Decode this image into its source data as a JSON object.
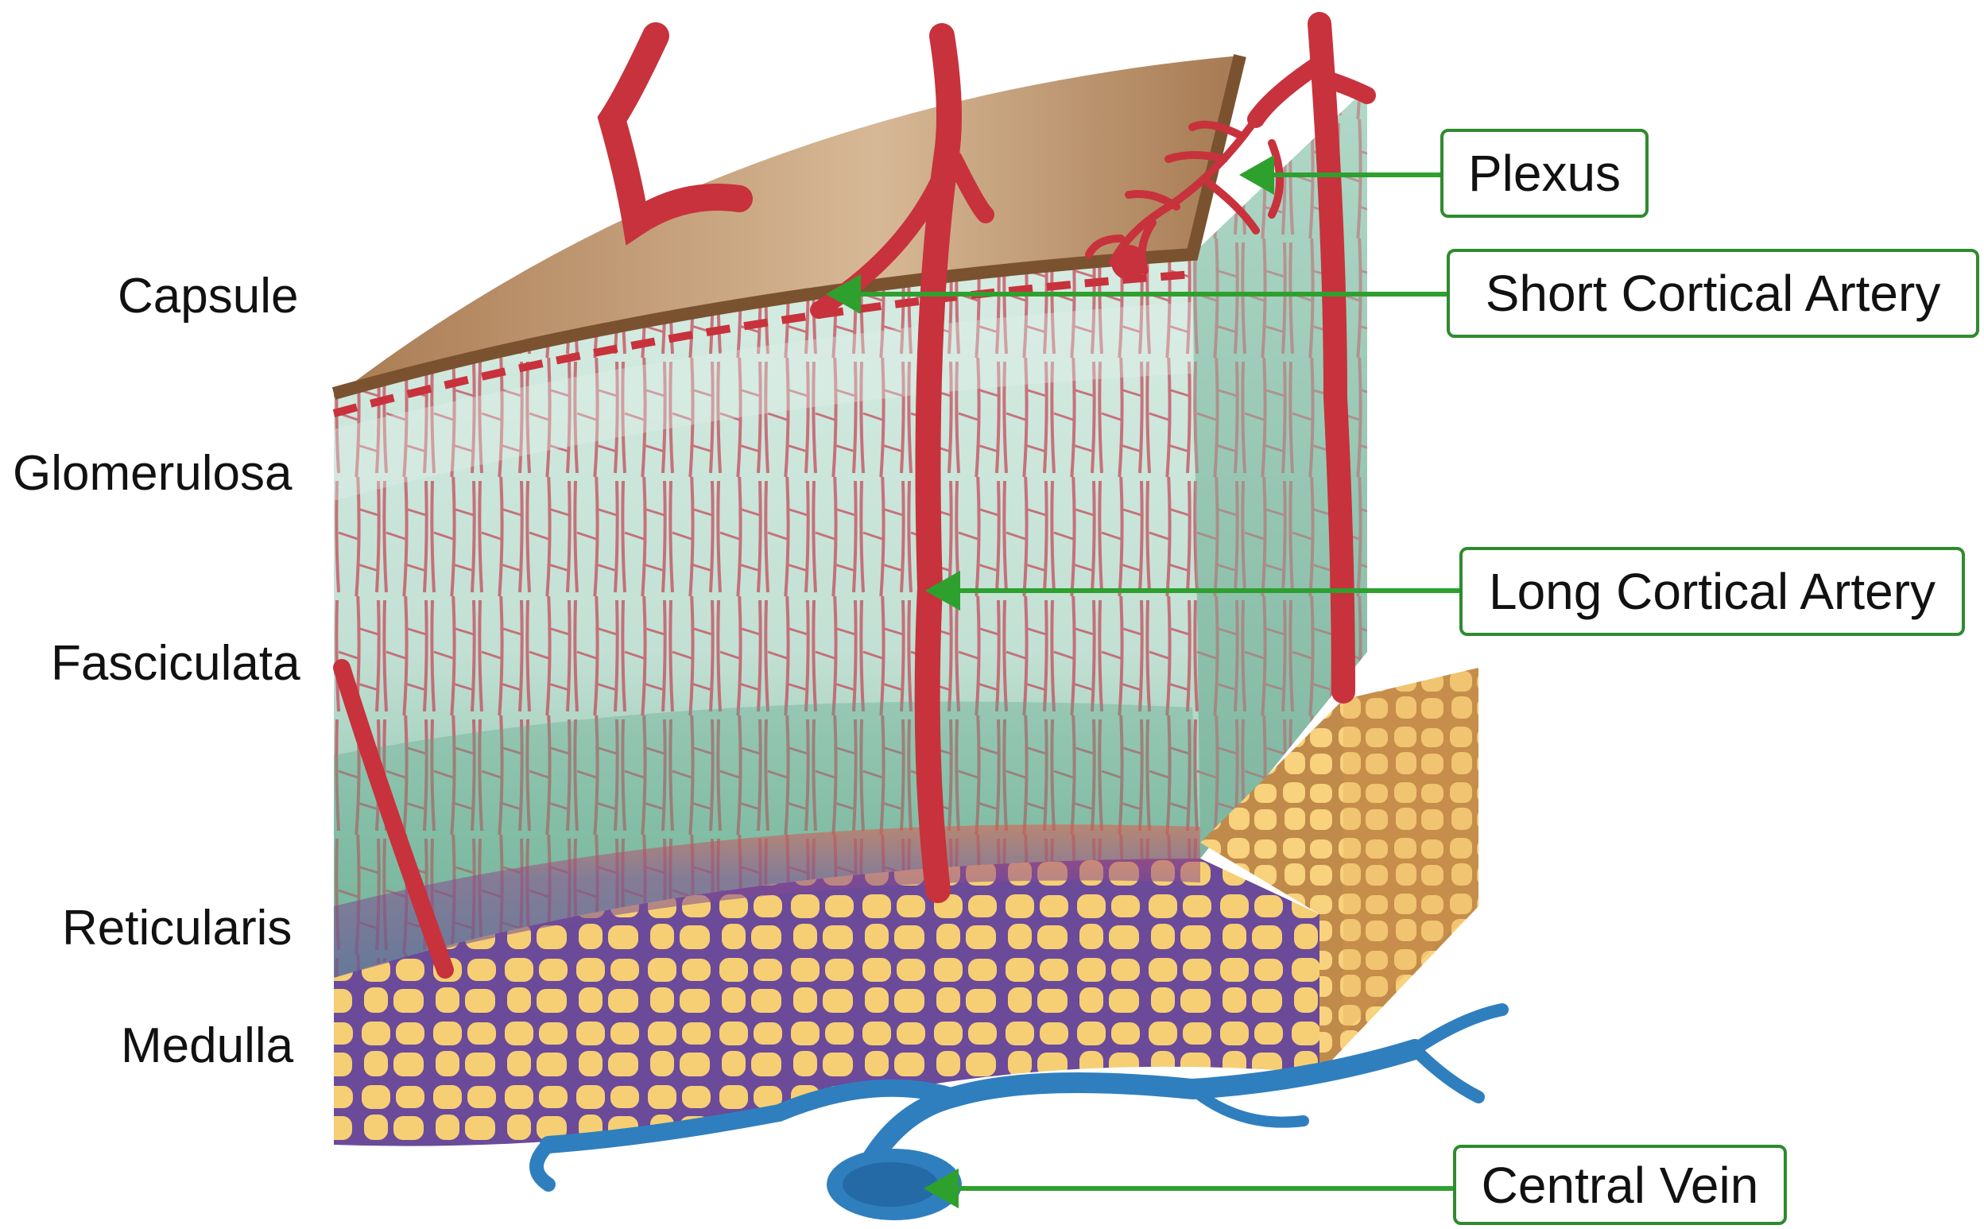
{
  "layers": {
    "capsule": "Capsule",
    "glomerulosa": "Glomerulosa",
    "fasciculata": "Fasciculata",
    "reticularis": "Reticularis",
    "medulla": "Medulla"
  },
  "callouts": {
    "plexus": "Plexus",
    "short_cortical_artery": "Short Cortical Artery",
    "long_cortical_artery": "Long Cortical Artery",
    "central_vein": "Central Vein"
  },
  "colors": {
    "capsule": "#b8865a",
    "cortex_light": "#cfe6dc",
    "cortex_dark": "#8fc6b0",
    "artery": "#c8323c",
    "medulla": "#f6cf74",
    "vein": "#2f7fbf",
    "callout_border": "#2e8b2e",
    "arrow": "#2ea02e"
  }
}
